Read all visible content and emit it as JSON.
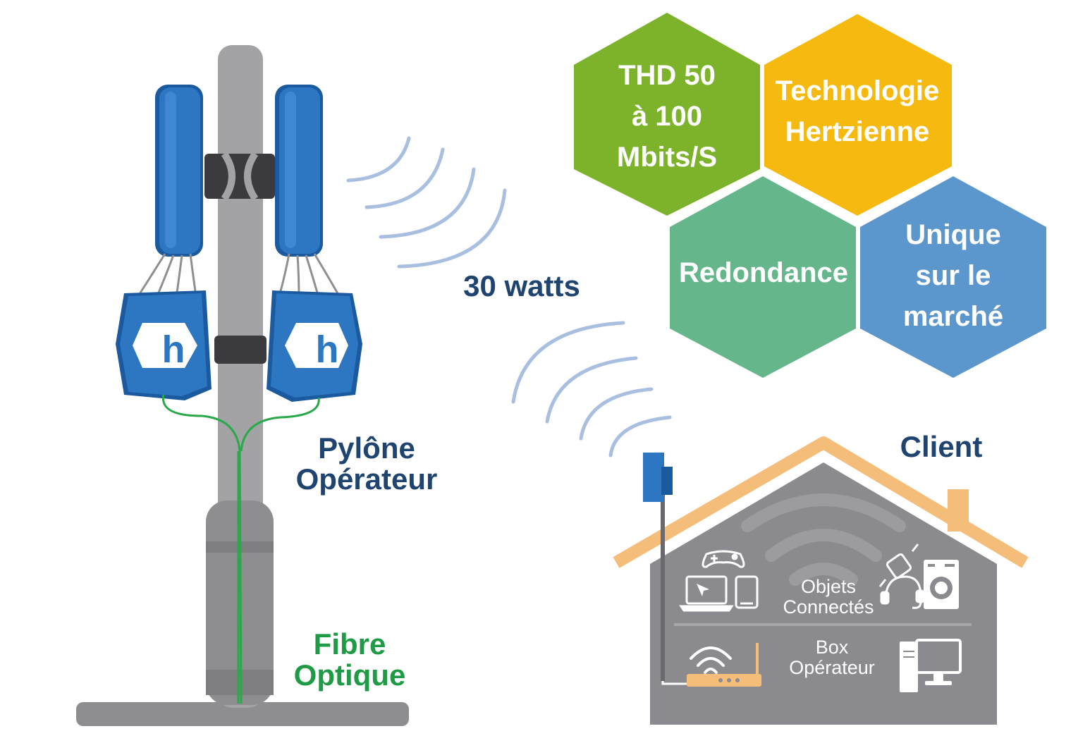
{
  "features": [
    {
      "lines": [
        "THD 50",
        "à 100",
        "Mbits/S"
      ],
      "color": "#7cb32a"
    },
    {
      "lines": [
        "Technologie",
        "Hertzienne"
      ],
      "color": "#f5b90f"
    },
    {
      "lines": [
        "Redondance"
      ],
      "color": "#66b68c"
    },
    {
      "lines": [
        "Unique",
        "sur le",
        "marché"
      ],
      "color": "#5b96cc"
    }
  ],
  "labels": {
    "power": "30 watts",
    "tower": [
      "Pylône",
      "Opérateur"
    ],
    "fiber": [
      "Fibre",
      "Optique"
    ],
    "client": "Client",
    "objects": [
      "Objets",
      "Connectés"
    ],
    "box": [
      "Box",
      "Opérateur"
    ]
  },
  "colors": {
    "antenna_blue": "#2c76c2",
    "antenna_dark": "#1b5a9e",
    "pole_grey": "#a3a3a6",
    "base_grey": "#8e8e91",
    "house_grey": "#8b8a8e",
    "roof_orange": "#f5bd7a",
    "fiber_green": "#2aa84a",
    "wave_blue": "#a9bfe0",
    "text_dark_blue": "#1f4470",
    "text_green": "#1f9b45"
  },
  "icons": [
    "logo-h-icon",
    "gamepad-icon",
    "laptop-icon",
    "tablet-icon",
    "smartwatch-icon",
    "headset-icon",
    "washing-machine-icon",
    "wifi-icon",
    "router-icon",
    "desktop-computer-icon"
  ]
}
